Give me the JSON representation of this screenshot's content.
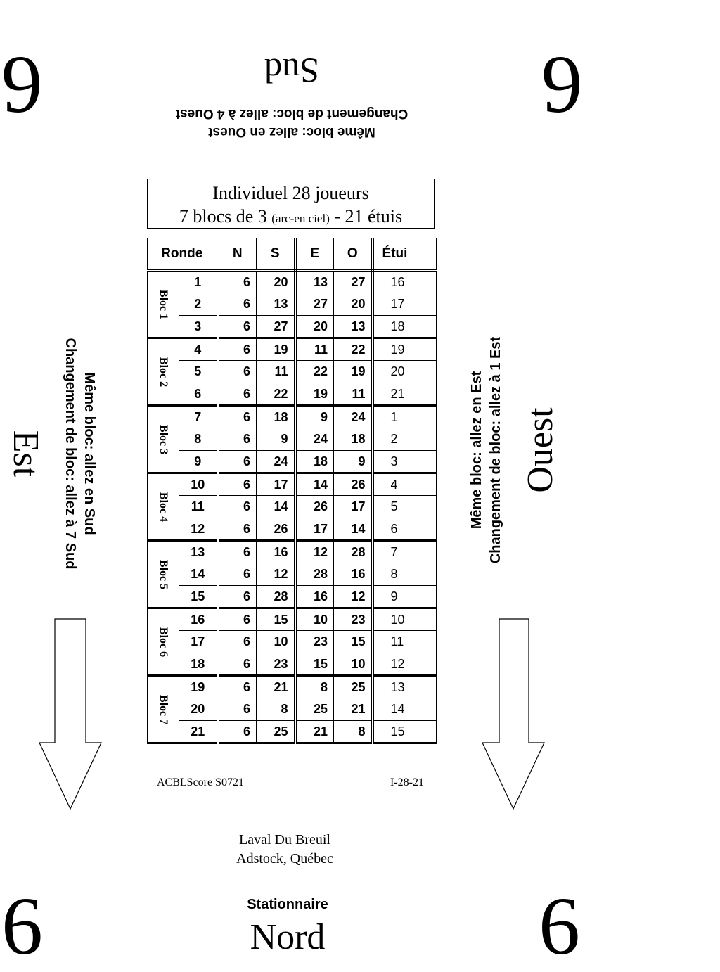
{
  "corners": {
    "top_left": "6",
    "top_right": "6",
    "bottom_left": "6",
    "bottom_right": "6"
  },
  "south": {
    "direction": "Sud",
    "line1": "Changement de bloc: allez à 4 Ouest",
    "line2": "Même bloc: allez en Ouest"
  },
  "east": {
    "direction": "Est",
    "line1": "Même bloc: allez en Sud",
    "line2": "Changement de bloc: allez à 7 Sud"
  },
  "west": {
    "direction": "Ouest",
    "line1": "Même bloc: allez en Est",
    "line2": "Changement de bloc: allez à 1 Est"
  },
  "header": {
    "line1": "Individuel 28 joueurs",
    "line2_a": "7 blocs de 3 ",
    "line2_small": "(arc-en ciel)",
    "line2_b": " - 21 étuis"
  },
  "table": {
    "columns": [
      "Ronde",
      "N",
      "S",
      "E",
      "O",
      "Étui"
    ],
    "blocks": [
      {
        "label": "Bloc 1",
        "rows": [
          [
            "1",
            "6",
            "20",
            "13",
            "27",
            "16"
          ],
          [
            "2",
            "6",
            "13",
            "27",
            "20",
            "17"
          ],
          [
            "3",
            "6",
            "27",
            "20",
            "13",
            "18"
          ]
        ]
      },
      {
        "label": "Bloc 2",
        "rows": [
          [
            "4",
            "6",
            "19",
            "11",
            "22",
            "19"
          ],
          [
            "5",
            "6",
            "11",
            "22",
            "19",
            "20"
          ],
          [
            "6",
            "6",
            "22",
            "19",
            "11",
            "21"
          ]
        ]
      },
      {
        "label": "Bloc 3",
        "rows": [
          [
            "7",
            "6",
            "18",
            "9",
            "24",
            "1"
          ],
          [
            "8",
            "6",
            "9",
            "24",
            "18",
            "2"
          ],
          [
            "9",
            "6",
            "24",
            "18",
            "9",
            "3"
          ]
        ]
      },
      {
        "label": "Bloc 4",
        "rows": [
          [
            "10",
            "6",
            "17",
            "14",
            "26",
            "4"
          ],
          [
            "11",
            "6",
            "14",
            "26",
            "17",
            "5"
          ],
          [
            "12",
            "6",
            "26",
            "17",
            "14",
            "6"
          ]
        ]
      },
      {
        "label": "Bloc 5",
        "rows": [
          [
            "13",
            "6",
            "16",
            "12",
            "28",
            "7"
          ],
          [
            "14",
            "6",
            "12",
            "28",
            "16",
            "8"
          ],
          [
            "15",
            "6",
            "28",
            "16",
            "12",
            "9"
          ]
        ]
      },
      {
        "label": "Bloc 6",
        "rows": [
          [
            "16",
            "6",
            "15",
            "10",
            "23",
            "10"
          ],
          [
            "17",
            "6",
            "10",
            "23",
            "15",
            "11"
          ],
          [
            "18",
            "6",
            "23",
            "15",
            "10",
            "12"
          ]
        ]
      },
      {
        "label": "Bloc 7",
        "rows": [
          [
            "19",
            "6",
            "21",
            "8",
            "25",
            "13"
          ],
          [
            "20",
            "6",
            "8",
            "25",
            "21",
            "14"
          ],
          [
            "21",
            "6",
            "25",
            "21",
            "8",
            "15"
          ]
        ]
      }
    ]
  },
  "footer": {
    "left": "ACBLScore S0721",
    "right": "I-28-21"
  },
  "location": {
    "line1": "Laval Du Breuil",
    "line2": "Adstock, Québec"
  },
  "north": {
    "label": "Stationnaire",
    "direction": "Nord"
  }
}
